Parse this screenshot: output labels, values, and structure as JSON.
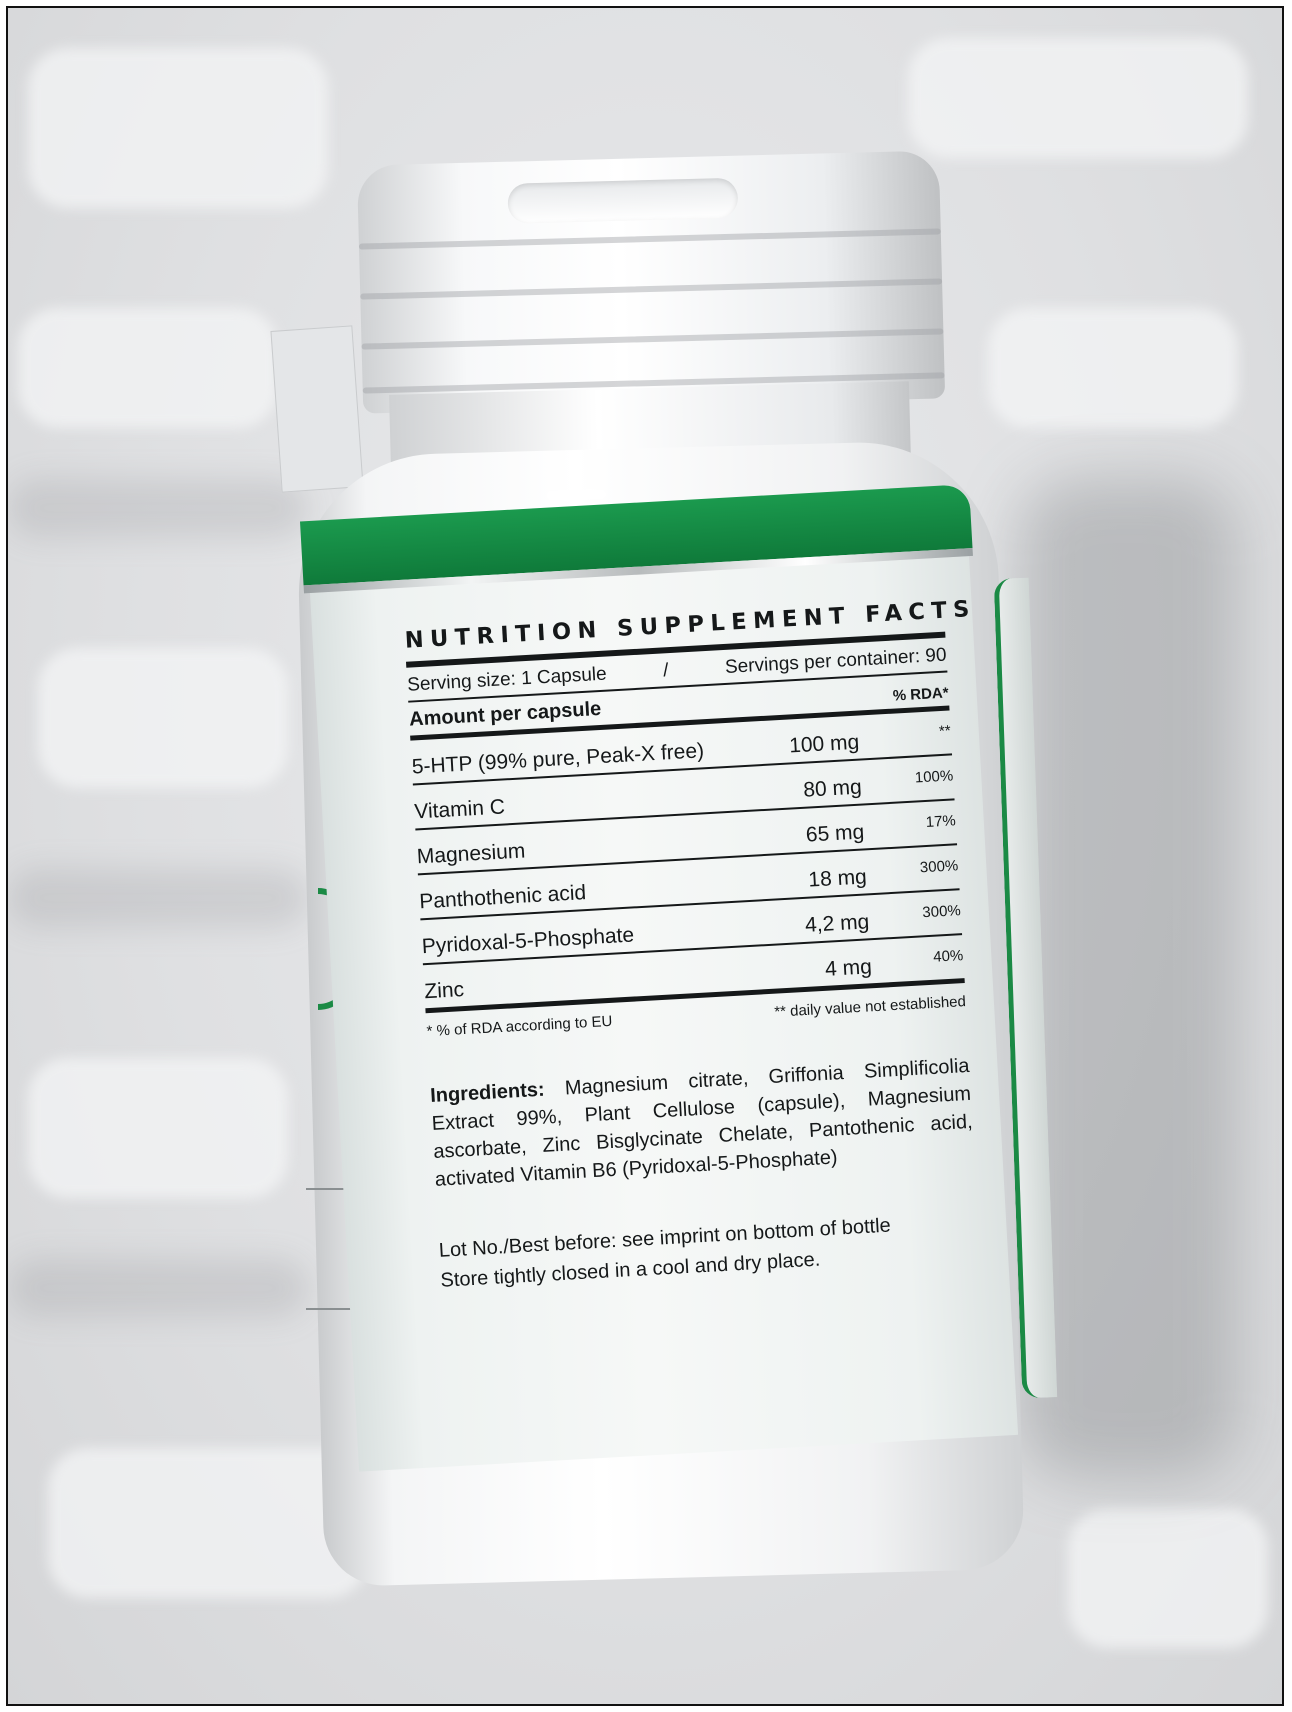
{
  "label": {
    "title": "NUTRITION SUPPLEMENT FACTS",
    "serving_size": "Serving size: 1 Capsule",
    "separator": "/",
    "servings_per_container": "Servings per container: 90",
    "amount_header": "Amount per capsule",
    "rda_header": "% RDA*",
    "rows": [
      {
        "name": "5-HTP (99% pure, Peak-X free)",
        "amount": "100 mg",
        "rda": "**"
      },
      {
        "name": "Vitamin C",
        "amount": "80 mg",
        "rda": "100%"
      },
      {
        "name": "Magnesium",
        "amount": "65 mg",
        "rda": "17%"
      },
      {
        "name": "Panthothenic acid",
        "amount": "18 mg",
        "rda": "300%"
      },
      {
        "name": "Pyridoxal-5-Phosphate",
        "amount": "4,2 mg",
        "rda": "300%"
      },
      {
        "name": "Zinc",
        "amount": "4 mg",
        "rda": "40%"
      }
    ],
    "footnote_rda": "* % of RDA according to EU",
    "footnote_dv": "** daily value not established",
    "ingredients_heading": "Ingredients:",
    "ingredients_text": "Magnesium citrate, Griffonia Simplificolia Extract 99%, Plant Cellulose (capsule), Magnesium ascorbate, Zinc Bisglycinate Chelate, Pantothenic acid, activated Vitamin B6 (Pyridoxal-5-Phosphate)",
    "lot_line": "Lot No./Best before: see imprint on bottom of bottle",
    "store_line": "Store tightly closed in a cool and dry place."
  },
  "colors": {
    "brand_green": "#1b8a45",
    "text": "#151819",
    "label_bg": "#eef2f1"
  }
}
